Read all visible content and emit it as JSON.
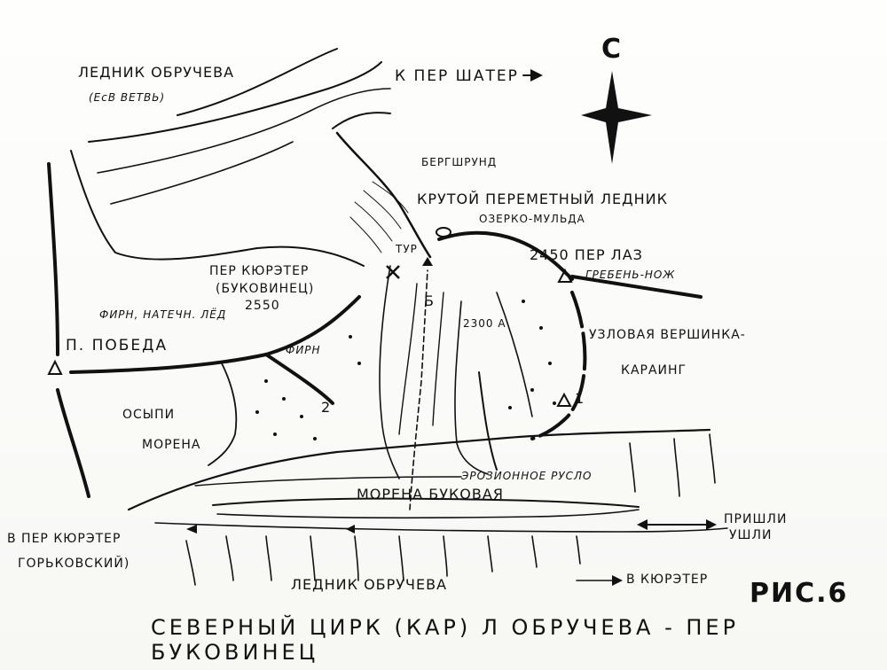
{
  "labels": {
    "glacier_top": "ЛЕДНИК ОБРУЧЕВА",
    "glacier_top_sub": "(ЕсВ ВЕТВЬ)",
    "to_shater": "К ПЕР ШАТЕР",
    "compass_north": "С",
    "bergschrund": "БЕРГШРУНД",
    "steep_glacier": "КРУТОЙ ПЕРЕМЕТНЫЙ ЛЕДНИК",
    "lake_mulda": "ОЗЕРКО-МУЛЬДА",
    "tur": "ТУР",
    "pass_laz": "2450 ПЕР ЛАЗ",
    "ridge": "ГРЕБЕНЬ-НОЖ",
    "pass_kyurter": "ПЕР КЮРЭТЕР",
    "bukovinets": "(БУКОВИНЕЦ)",
    "height_2550": "2550",
    "firn_ice": "ФИРН, НАТЕЧН. ЛЁД",
    "pobeda": "П. ПОБЕДА",
    "firn": "ФИРН",
    "point_b": "Б",
    "point_a": "2300 А",
    "peak_name": "УЗЛОВАЯ ВЕРШИНКА-",
    "peak_name2": "КАРАИНГ",
    "num1": "1",
    "num2": "2",
    "scree": "ОСЫПИ",
    "moraine": "МОРЕНА",
    "erosion": "ЭРОЗИОННОЕ РУСЛО",
    "moraine_bukovaya": "МОРЕНА БУКОВАЯ",
    "came_up": "ПРИШЛИ",
    "came_up2": "УШЛИ",
    "to_kyurter_gork": "В ПЕР КЮРЭТЕР",
    "gorkovsky": "ГОРЬКОВСКИЙ)",
    "glacier_bottom": "ЛЕДНИК ОБРУЧЕВА",
    "to_kyurter": "В КЮРЭТЕР",
    "fig": "РИС.6",
    "caption": "СЕВЕРНЫЙ ЦИРК (КАР) Л ОБРУЧЕВА - ПЕР БУКОВИНЕЦ"
  }
}
